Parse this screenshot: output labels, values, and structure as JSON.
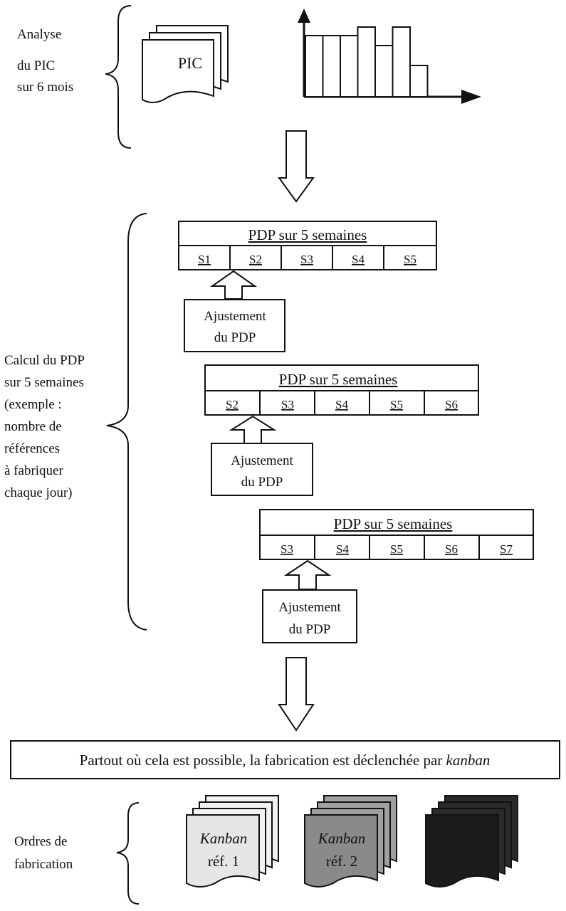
{
  "sections": {
    "analyse": {
      "label_lines": [
        "Analyse",
        "du PIC",
        "sur 6 mois"
      ],
      "doc_label": "PIC",
      "bar_chart": {
        "values": [
          0.86,
          0.86,
          0.86,
          0.98,
          0.72,
          0.98,
          0.44
        ],
        "max": 1
      }
    },
    "calcul": {
      "label_lines": [
        "Calcul du PDP",
        "sur 5 semaines",
        "(exemple :",
        "nombre de",
        "références",
        "à fabriquer",
        "chaque jour)"
      ],
      "tables": [
        {
          "title": "PDP sur 5 semaines",
          "weeks": [
            "S1",
            "S2",
            "S3",
            "S4",
            "S5"
          ]
        },
        {
          "title": "PDP sur 5 semaines",
          "weeks": [
            "S2",
            "S3",
            "S4",
            "S5",
            "S6"
          ]
        },
        {
          "title": "PDP sur 5 semaines",
          "weeks": [
            "S3",
            "S4",
            "S5",
            "S6",
            "S7"
          ]
        }
      ],
      "adjustments": [
        {
          "line1": "Ajustement",
          "line2": "du PDP"
        },
        {
          "line1": "Ajustement",
          "line2": "du PDP"
        },
        {
          "line1": "Ajustement",
          "line2": "du PDP"
        }
      ]
    },
    "banner": {
      "text_prefix": "Partout où cela est possible, la fabrication est déclenchée par ",
      "text_emphasis": "kanban"
    },
    "ordres": {
      "label_lines": [
        "Ordres de",
        "fabrication"
      ],
      "kanbans": [
        {
          "word": "Kanban",
          "ref": "réf. 1",
          "fill": "#e6e6e6",
          "back_fill": "#f2f2f2"
        },
        {
          "word": "Kanban",
          "ref": "réf. 2",
          "fill": "#8a8a8a",
          "back_fill": "#a0a0a0"
        },
        {
          "word": "",
          "ref": "",
          "fill": "#1c1c1c",
          "back_fill": "#2a2a2a"
        }
      ]
    }
  }
}
